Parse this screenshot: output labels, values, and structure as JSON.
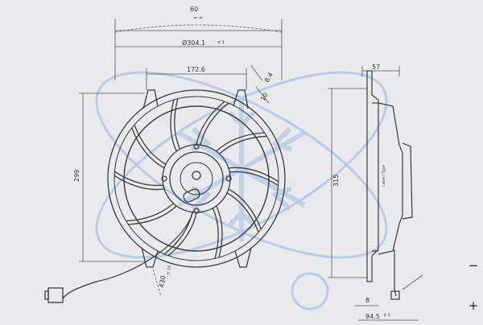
{
  "dimensions": {
    "top_offset": "60",
    "outer_diameter": "Ø304.1",
    "outer_diameter_tol": "± 1",
    "bolt_span": "172.6",
    "tab_width": "8.4",
    "tab_depth": "10",
    "height_299": "299",
    "cable_length": "430",
    "cable_tol": "± 10",
    "side_depth_top": "57",
    "side_height": "315",
    "side_8": "8",
    "side_bottom": "94.5",
    "side_bottom_tol": "± 1"
  },
  "motor_label": "Label / Type",
  "controls": {
    "zoom_out": "−",
    "zoom_in": "+"
  },
  "colors": {
    "background": "#e9eaec",
    "drawing": "#3a3a3a",
    "dimension": "#555555",
    "watermark": "#a9c1e6"
  }
}
